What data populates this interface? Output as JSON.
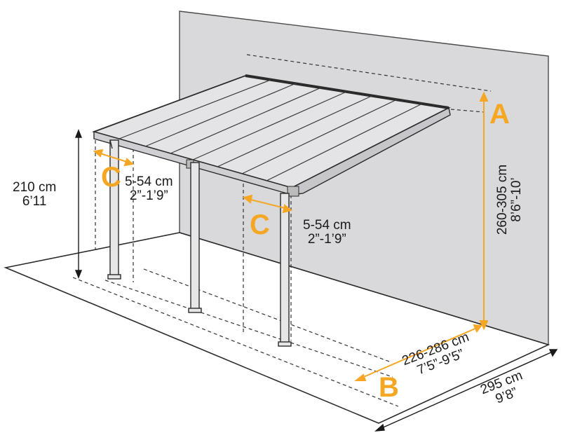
{
  "labels": {
    "a": {
      "letter": "A",
      "metric": "260-305 cm",
      "imperial": "8’6”-10’"
    },
    "b": {
      "letter": "B",
      "metric": "226-286 cm",
      "imperial": "7’5”-9’5”"
    },
    "c_left": {
      "letter": "C",
      "metric": "5-54 cm",
      "imperial": "2”-1’9”"
    },
    "c_right": {
      "letter": "C",
      "metric": "5-54 cm",
      "imperial": "2”-1’9”"
    },
    "height": {
      "metric": "210 cm",
      "imperial": "6’11"
    },
    "width": {
      "metric": "295 cm",
      "imperial": "9’8”"
    }
  },
  "colors": {
    "accent": "#f5a623",
    "wall": "#d9d9dc",
    "line": "#2b2b2b"
  }
}
